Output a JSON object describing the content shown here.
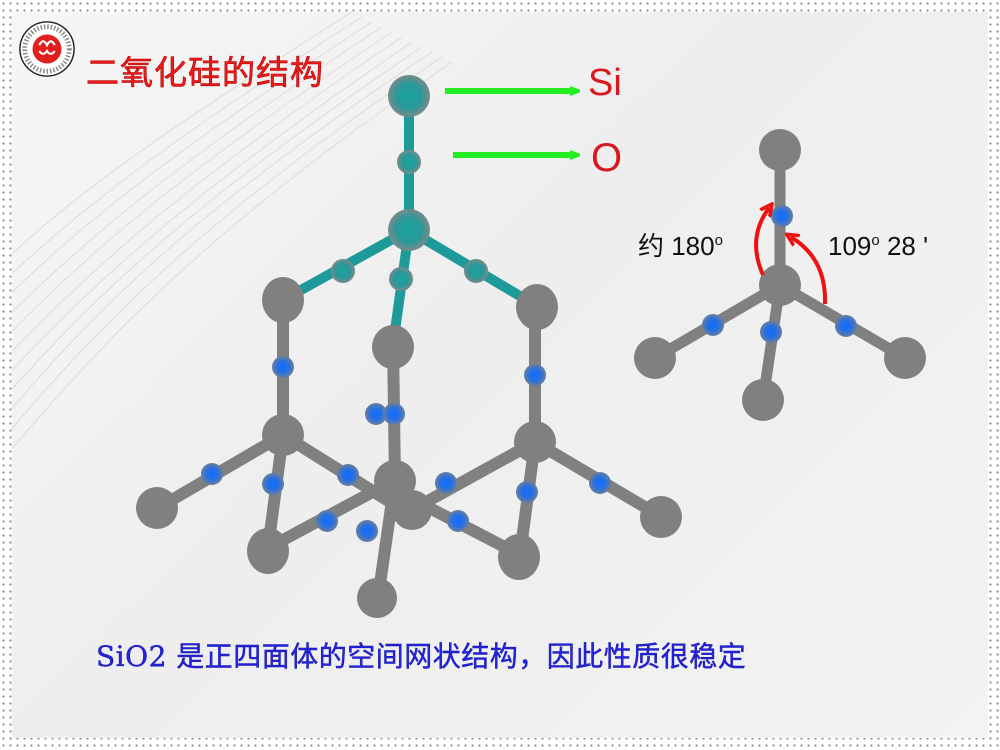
{
  "slide": {
    "title": "二氧化硅的结构",
    "footer_text": "SiO2 是正四面体的空间网状结构，因此性质很稳定",
    "logo": {
      "icon": "school-emblem-icon"
    }
  },
  "legend": {
    "si_label": "Si",
    "o_label": "O",
    "arrow_color": "#22ee22"
  },
  "tetrahedron_detail": {
    "angle_linear_prefix": "约 180",
    "angle_linear_sup": "o",
    "angle_tetra_deg": "109",
    "angle_tetra_sup": "o",
    "angle_tetra_min": " 28 '",
    "arrow_color": "#ee1111"
  },
  "colors": {
    "title": "#ee1c1c",
    "si_atom": "#808080",
    "o_atom": "#1a6cf0",
    "highlight_bond": "#1e9a9a",
    "footer": "#2424e0",
    "label": "#d8181e"
  }
}
